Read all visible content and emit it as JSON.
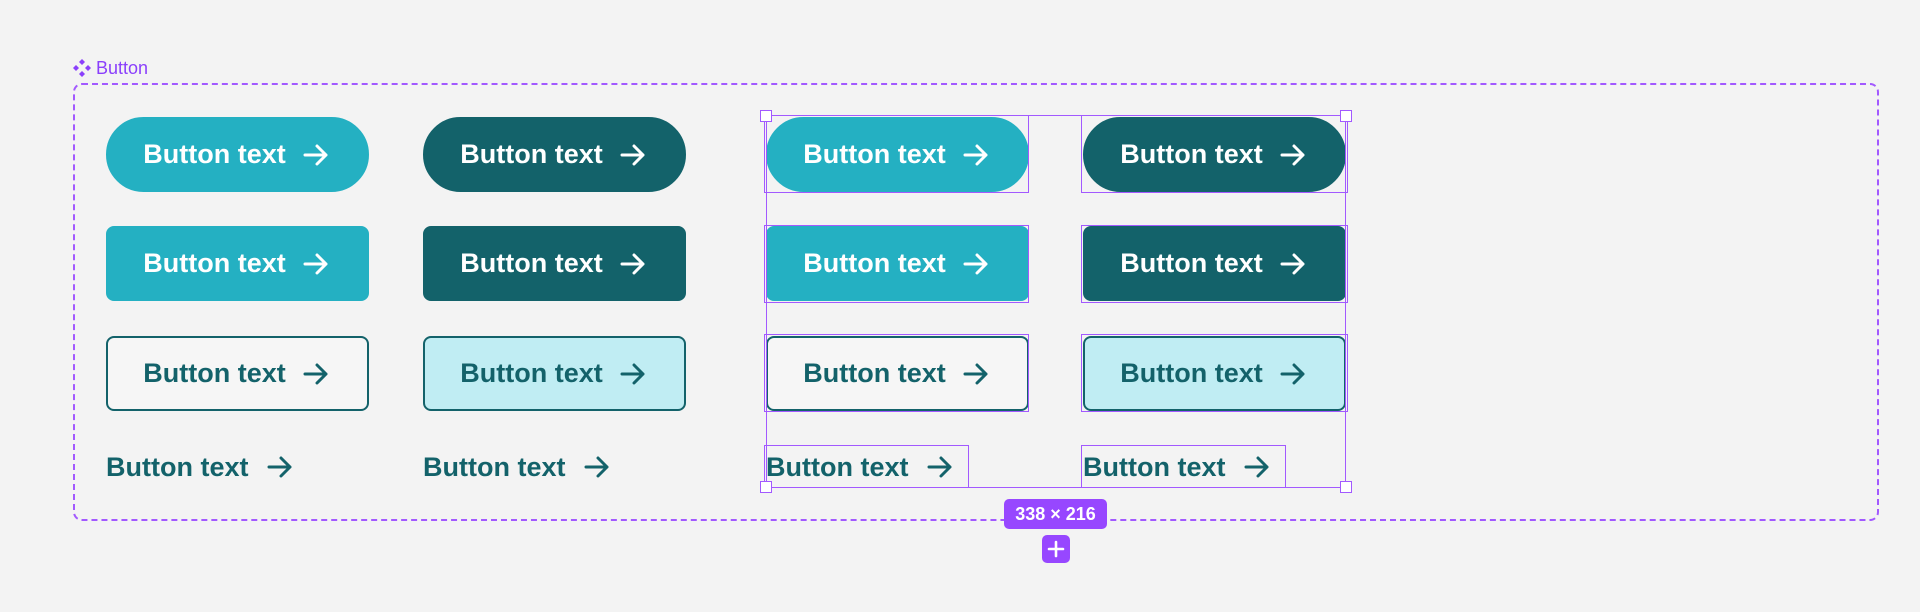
{
  "component": {
    "label": "Button",
    "icon": "component-icon"
  },
  "button_label": "Button text",
  "arrow_icon": "arrow-right-icon",
  "colors": {
    "primary_light": "#24b0c2",
    "primary_dark": "#13626a",
    "tint": "#c0edf3",
    "selection": "#a259ff"
  },
  "selection": {
    "size_label": "338 × 216",
    "add_icon": "plus-icon"
  }
}
